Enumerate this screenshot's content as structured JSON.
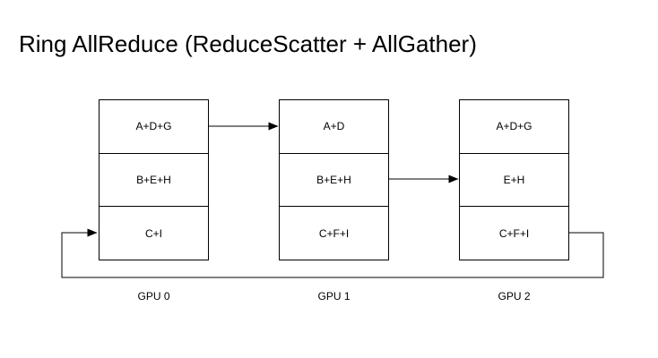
{
  "title": "Ring AllReduce (ReduceScatter + AllGather)",
  "diagram": {
    "gpus": [
      {
        "label": "GPU 0",
        "cells": [
          "A+D+G",
          "B+E+H",
          "C+I"
        ]
      },
      {
        "label": "GPU 1",
        "cells": [
          "A+D",
          "B+E+H",
          "C+F+I"
        ]
      },
      {
        "label": "GPU 2",
        "cells": [
          "A+D+G",
          "E+H",
          "C+F+I"
        ]
      }
    ],
    "connections": [
      {
        "from": "GPU 0 / A+D+G",
        "to": "GPU 1 / A+D",
        "route": "direct"
      },
      {
        "from": "GPU 1 / B+E+H",
        "to": "GPU 2 / E+H",
        "route": "direct"
      },
      {
        "from": "GPU 2 / C+F+I",
        "to": "GPU 0 / C+I",
        "route": "wrap-around-bottom"
      }
    ],
    "colors": {
      "background": "#ffffff",
      "box_fill": "#ffffff",
      "line": "#000000",
      "text": "#000000"
    }
  }
}
